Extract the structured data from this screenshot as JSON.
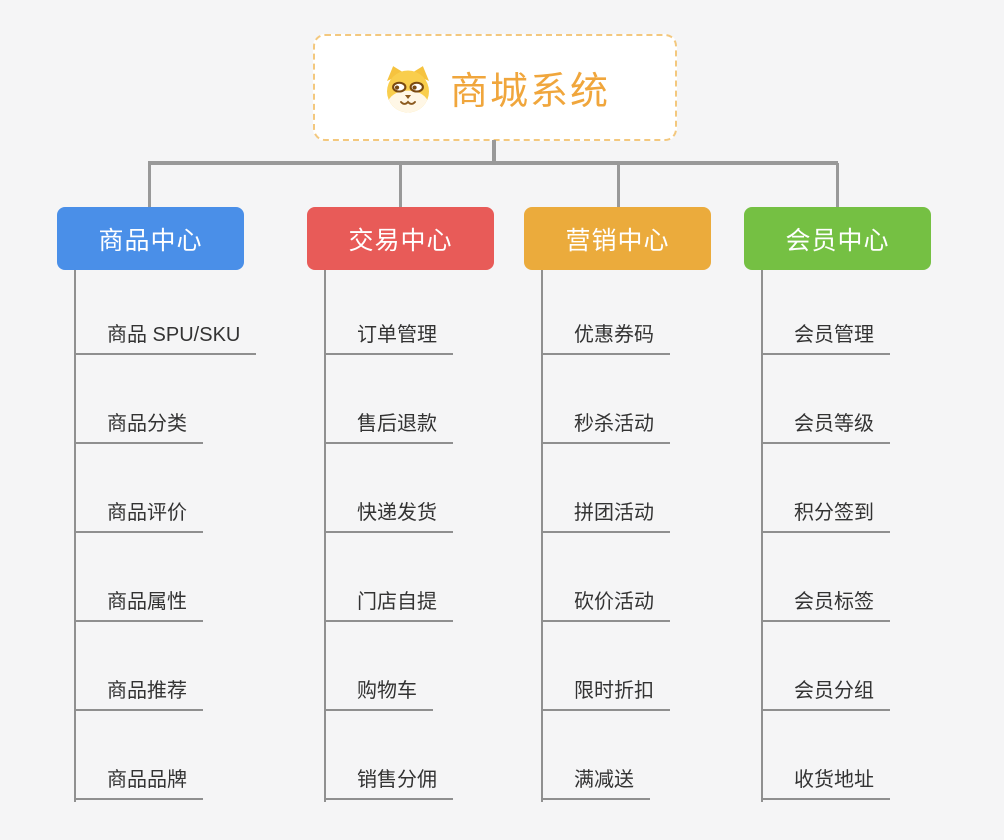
{
  "root": {
    "title": "商城系统",
    "icon": "shiba-dog-icon",
    "accent_color": "#F0A63C",
    "border_color": "#F3C87E"
  },
  "colors": {
    "background": "#F5F5F6",
    "connector": "#999999",
    "leaf_underline": "#8F8F8F",
    "leaf_text": "#333333"
  },
  "branches": [
    {
      "label": "商品中心",
      "color": "#4A8FE8",
      "children": [
        "商品 SPU/SKU",
        "商品分类",
        "商品评价",
        "商品属性",
        "商品推荐",
        "商品品牌"
      ]
    },
    {
      "label": "交易中心",
      "color": "#E85B58",
      "children": [
        "订单管理",
        "售后退款",
        "快递发货",
        "门店自提",
        "购物车",
        "销售分佣"
      ]
    },
    {
      "label": "营销中心",
      "color": "#EBAB3C",
      "children": [
        "优惠券码",
        "秒杀活动",
        "拼团活动",
        "砍价活动",
        "限时折扣",
        "满减送"
      ]
    },
    {
      "label": "会员中心",
      "color": "#75C043",
      "children": [
        "会员管理",
        "会员等级",
        "积分签到",
        "会员标签",
        "会员分组",
        "收货地址"
      ]
    }
  ]
}
